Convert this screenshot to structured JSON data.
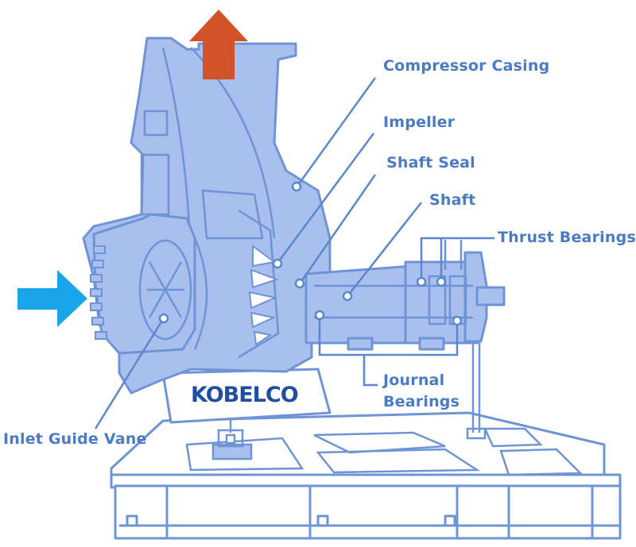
{
  "labels": {
    "compressor_casing": "Compressor Casing",
    "impeller": "Impeller",
    "shaft_seal": "Shaft Seal",
    "shaft": "Shaft",
    "thrust_bearings": "Thrust Bearings",
    "journal_bearings_line1": "Journal",
    "journal_bearings_line2": "Bearings",
    "inlet_guide_vane": "Inlet Guide Vane"
  },
  "brand": "KOBELCO",
  "colors": {
    "body_fill": "#a9bfee",
    "outline": "#6f94d6",
    "label_text": "#4a7bc4",
    "leader": "#5b87cf",
    "outlet_arrow": "#d2522a",
    "inlet_arrow": "#1aa4ea",
    "brand_text": "#1f4ea3"
  },
  "icons": {
    "outlet_arrow": "arrow-up-icon",
    "inlet_arrow": "arrow-right-icon"
  }
}
